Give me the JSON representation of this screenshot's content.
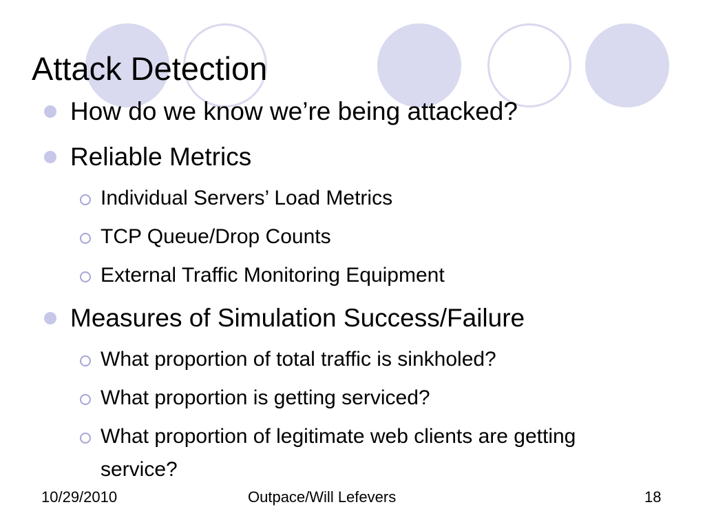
{
  "slide": {
    "title": "Attack Detection",
    "bullets": [
      {
        "text": "How do we know we’re being attacked?"
      },
      {
        "text": "Reliable Metrics",
        "sub": [
          "Individual Servers’ Load Metrics",
          "TCP Queue/Drop Counts",
          "External Traffic Monitoring Equipment"
        ]
      },
      {
        "text": "Measures of Simulation Success/Failure",
        "sub": [
          "What proportion of total traffic is sinkholed?",
          "What proportion is getting serviced?",
          "What proportion of legitimate web clients are getting service?"
        ]
      }
    ],
    "footer": {
      "date": "10/29/2010",
      "author": "Outpace/Will Lefevers",
      "page_number": "18"
    }
  },
  "colors": {
    "circle_fill": "#d9d9ef",
    "bullet_fill": "#c7c7ea",
    "sub_bullet_outline": "#a6a6d6"
  }
}
